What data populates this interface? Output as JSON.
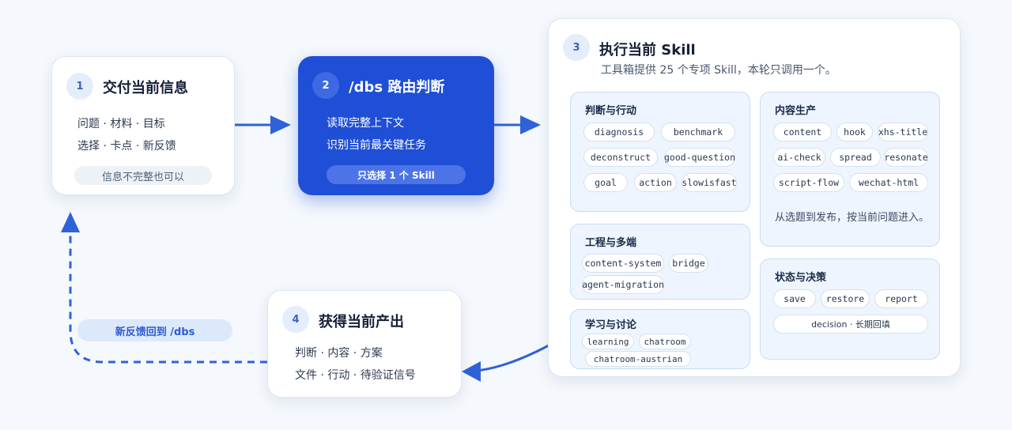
{
  "steps": {
    "s1": {
      "number": "1",
      "title": "交付当前信息",
      "line1": "问题 · 材料 · 目标",
      "line2": "选择 · 卡点 · 新反馈",
      "pill": "信息不完整也可以"
    },
    "s2": {
      "number": "2",
      "title": "/dbs 路由判断",
      "line1": "读取完整上下文",
      "line2": "识别当前最关键任务",
      "pill": "只选择 1 个 Skill"
    },
    "s3": {
      "number": "3",
      "title": "执行当前 Skill",
      "subtitle": "工具箱提供 25 个专项 Skill，本轮只调用一个。"
    },
    "s4": {
      "number": "4",
      "title": "获得当前产出",
      "line1": "判断 · 内容 · 方案",
      "line2": "文件 · 行动 · 待验证信号"
    }
  },
  "groups": {
    "judge": {
      "title": "判断与行动",
      "chips": [
        "diagnosis",
        "benchmark",
        "deconstruct",
        "good-question",
        "goal",
        "action",
        "slowisfast"
      ]
    },
    "content": {
      "title": "内容生产",
      "chips": [
        "content",
        "hook",
        "xhs-title",
        "ai-check",
        "spread",
        "resonate",
        "script-flow",
        "wechat-html"
      ],
      "note": "从选题到发布，按当前问题进入。"
    },
    "engineering": {
      "title": "工程与多端",
      "chips": [
        "content-system",
        "bridge",
        "agent-migration"
      ]
    },
    "state": {
      "title": "状态与决策",
      "chips": [
        "save",
        "restore",
        "report",
        "decision · 长期回填"
      ]
    },
    "learning": {
      "title": "学习与讨论",
      "chips": [
        "learning",
        "chatroom",
        "chatroom-austrian"
      ]
    }
  },
  "loop_label": "新反馈回到 /dbs",
  "colors": {
    "accent": "#1f4fd6",
    "arrow": "#2f62d9",
    "chip_bg": "#eef5fe"
  }
}
